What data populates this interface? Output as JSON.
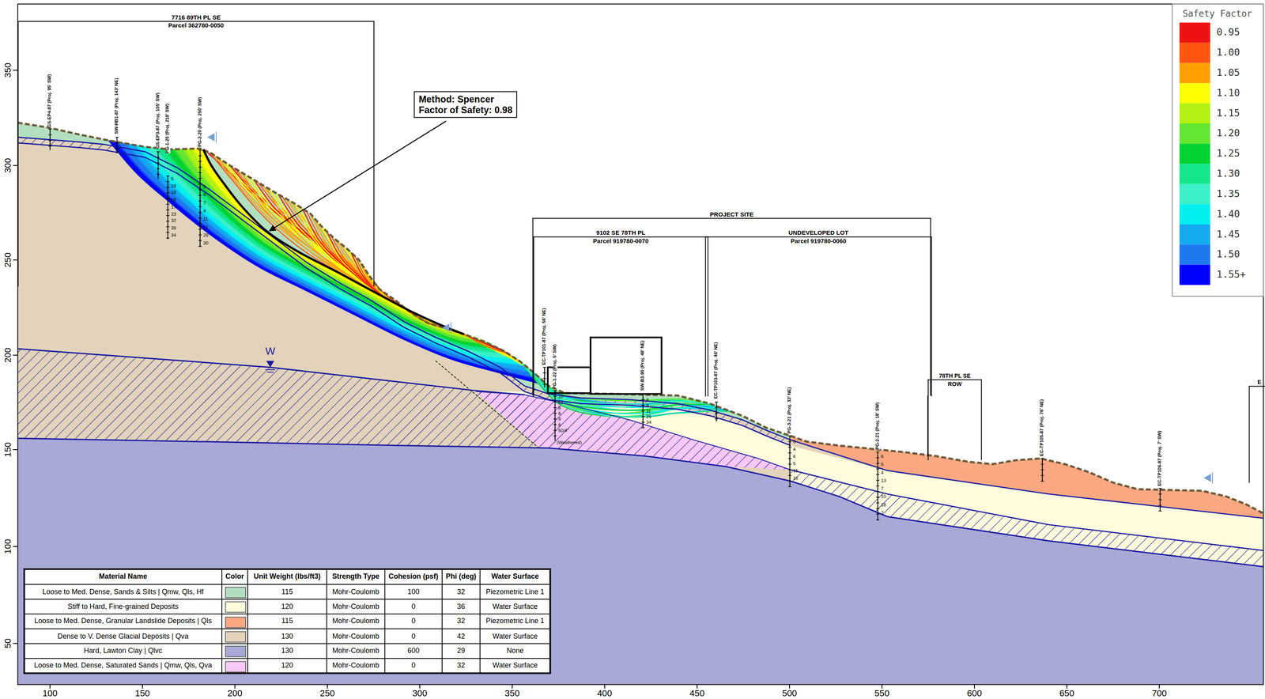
{
  "diagram": {
    "nodes": [
      {
        "text": [
          "7716 89TH PL SE",
          "Parcel 362780-0050"
        ]
      },
      {
        "text": [
          "PROJECT SITE"
        ]
      },
      {
        "text": [
          "9102 SE 78TH PL",
          "Parcel 919780-0070"
        ],
        "in": 1
      },
      {
        "text": [
          "UNDEVELOPED LOT",
          "Parcel 919780-0060"
        ],
        "in": 1
      },
      {
        "text": [
          "78TH PL SE",
          "ROW"
        ]
      },
      {
        "text": [
          "E"
        ]
      },
      {
        "text": [
          "Method: Spencer",
          "Factor of Safety: 0.98"
        ]
      }
    ],
    "labels": [
      "350",
      "300",
      "250",
      "200",
      "150",
      "100",
      "50",
      "100",
      "150",
      "200",
      "250",
      "300",
      "350",
      "400",
      "450",
      "500",
      "550",
      "600",
      "650",
      "700",
      "W",
      "GS-EP4-87 (Proj. 95' SW)",
      "SW-HB1-87 (Proj. 143' NE)",
      "GS-EP3-87 (Proj. 105' SW)",
      "PG-1-20 (Proj. 218' SW)",
      "PG-2-20 (Proj. 250' SW)",
      "EC-TP101-87 (Proj. 56' NE)",
      "PG-1-22 (Proj. 5' SW)",
      "SW-B3-90 (Proj. 48' NE)",
      "EC-TP103-87 (Proj. 46' NE)",
      "PG-3-21 (Proj. 33' NE)",
      "PG-2-21 (Proj. 18' SW)",
      "EC-TP105-87 (Proj. 76' NE)",
      "EC-TP106-87 (Proj. 7' SW)",
      "6",
      "18",
      "18",
      "18",
      "17",
      "23",
      "32",
      "39",
      "34",
      "9",
      "6",
      "7",
      "4",
      "11",
      "21",
      "29",
      "30",
      "10",
      "12",
      "8",
      "8",
      "9",
      "8",
      "50/4\"",
      "(Weathered)",
      "9",
      "9",
      "11",
      "26",
      "34",
      "6",
      "4",
      "6",
      "5",
      "15",
      "16",
      "6",
      "5",
      "4",
      "13",
      "7",
      "10",
      "18",
      "7",
      "Safety Factor",
      "Material Name",
      "Color",
      "Unit Weight (lbs/ft3)",
      "Strength Type",
      "Cohesion (psf)",
      "Phi (deg)",
      "Water Surface",
      "115",
      "Mohr-Coulomb",
      "100",
      "32",
      "Piezometric Line 1",
      "120",
      "Mohr-Coulomb",
      "0",
      "36",
      "Water Surface",
      "115",
      "Mohr-Coulomb",
      "0",
      "32",
      "Piezometric Line 1",
      "130",
      "Mohr-Coulomb",
      "0",
      "42",
      "Water Surface",
      "130",
      "Mohr-Coulomb",
      "600",
      "29",
      "None",
      "120",
      "Mohr-Coulomb",
      "0",
      "32",
      "Water Surface"
    ],
    "legend": [
      {
        "text": "0.95",
        "color": "#ee1111"
      },
      {
        "text": "1.00",
        "color": "#ff5511"
      },
      {
        "text": "1.05",
        "color": "#ffa000"
      },
      {
        "text": "1.10",
        "color": "#ffff00"
      },
      {
        "text": "1.15",
        "color": "#b4f014"
      },
      {
        "text": "1.20",
        "color": "#64e632"
      },
      {
        "text": "1.25",
        "color": "#00d232"
      },
      {
        "text": "1.30",
        "color": "#14e68c"
      },
      {
        "text": "1.35",
        "color": "#3cf0c8"
      },
      {
        "text": "1.40",
        "color": "#00f0f0"
      },
      {
        "text": "1.45",
        "color": "#14aaf0"
      },
      {
        "text": "1.50",
        "color": "#1e78f0"
      },
      {
        "text": "1.55+",
        "color": "#0000ff"
      },
      {
        "text": "Loose to Med. Dense, Sands & Silts | Qmw, Qls, Hf",
        "color": "#b3dfc0"
      },
      {
        "text": "Stiff to Hard, Fine-grained Deposits",
        "color": "#fffbdc"
      },
      {
        "text": "Loose to Med. Dense, Granular Landslide Deposits | Qls",
        "color": "#f9a882"
      },
      {
        "text": "Dense to V. Dense Glacial Deposits | Qva",
        "color": "#e2d3ba"
      },
      {
        "text": "Hard, Lawton Clay | Qlvc",
        "color": "#a9a9d8"
      },
      {
        "text": "Loose to Med. Dense, Saturated Sands | Qmw, Qls, Qva",
        "color": "#f7c8f5"
      }
    ]
  }
}
